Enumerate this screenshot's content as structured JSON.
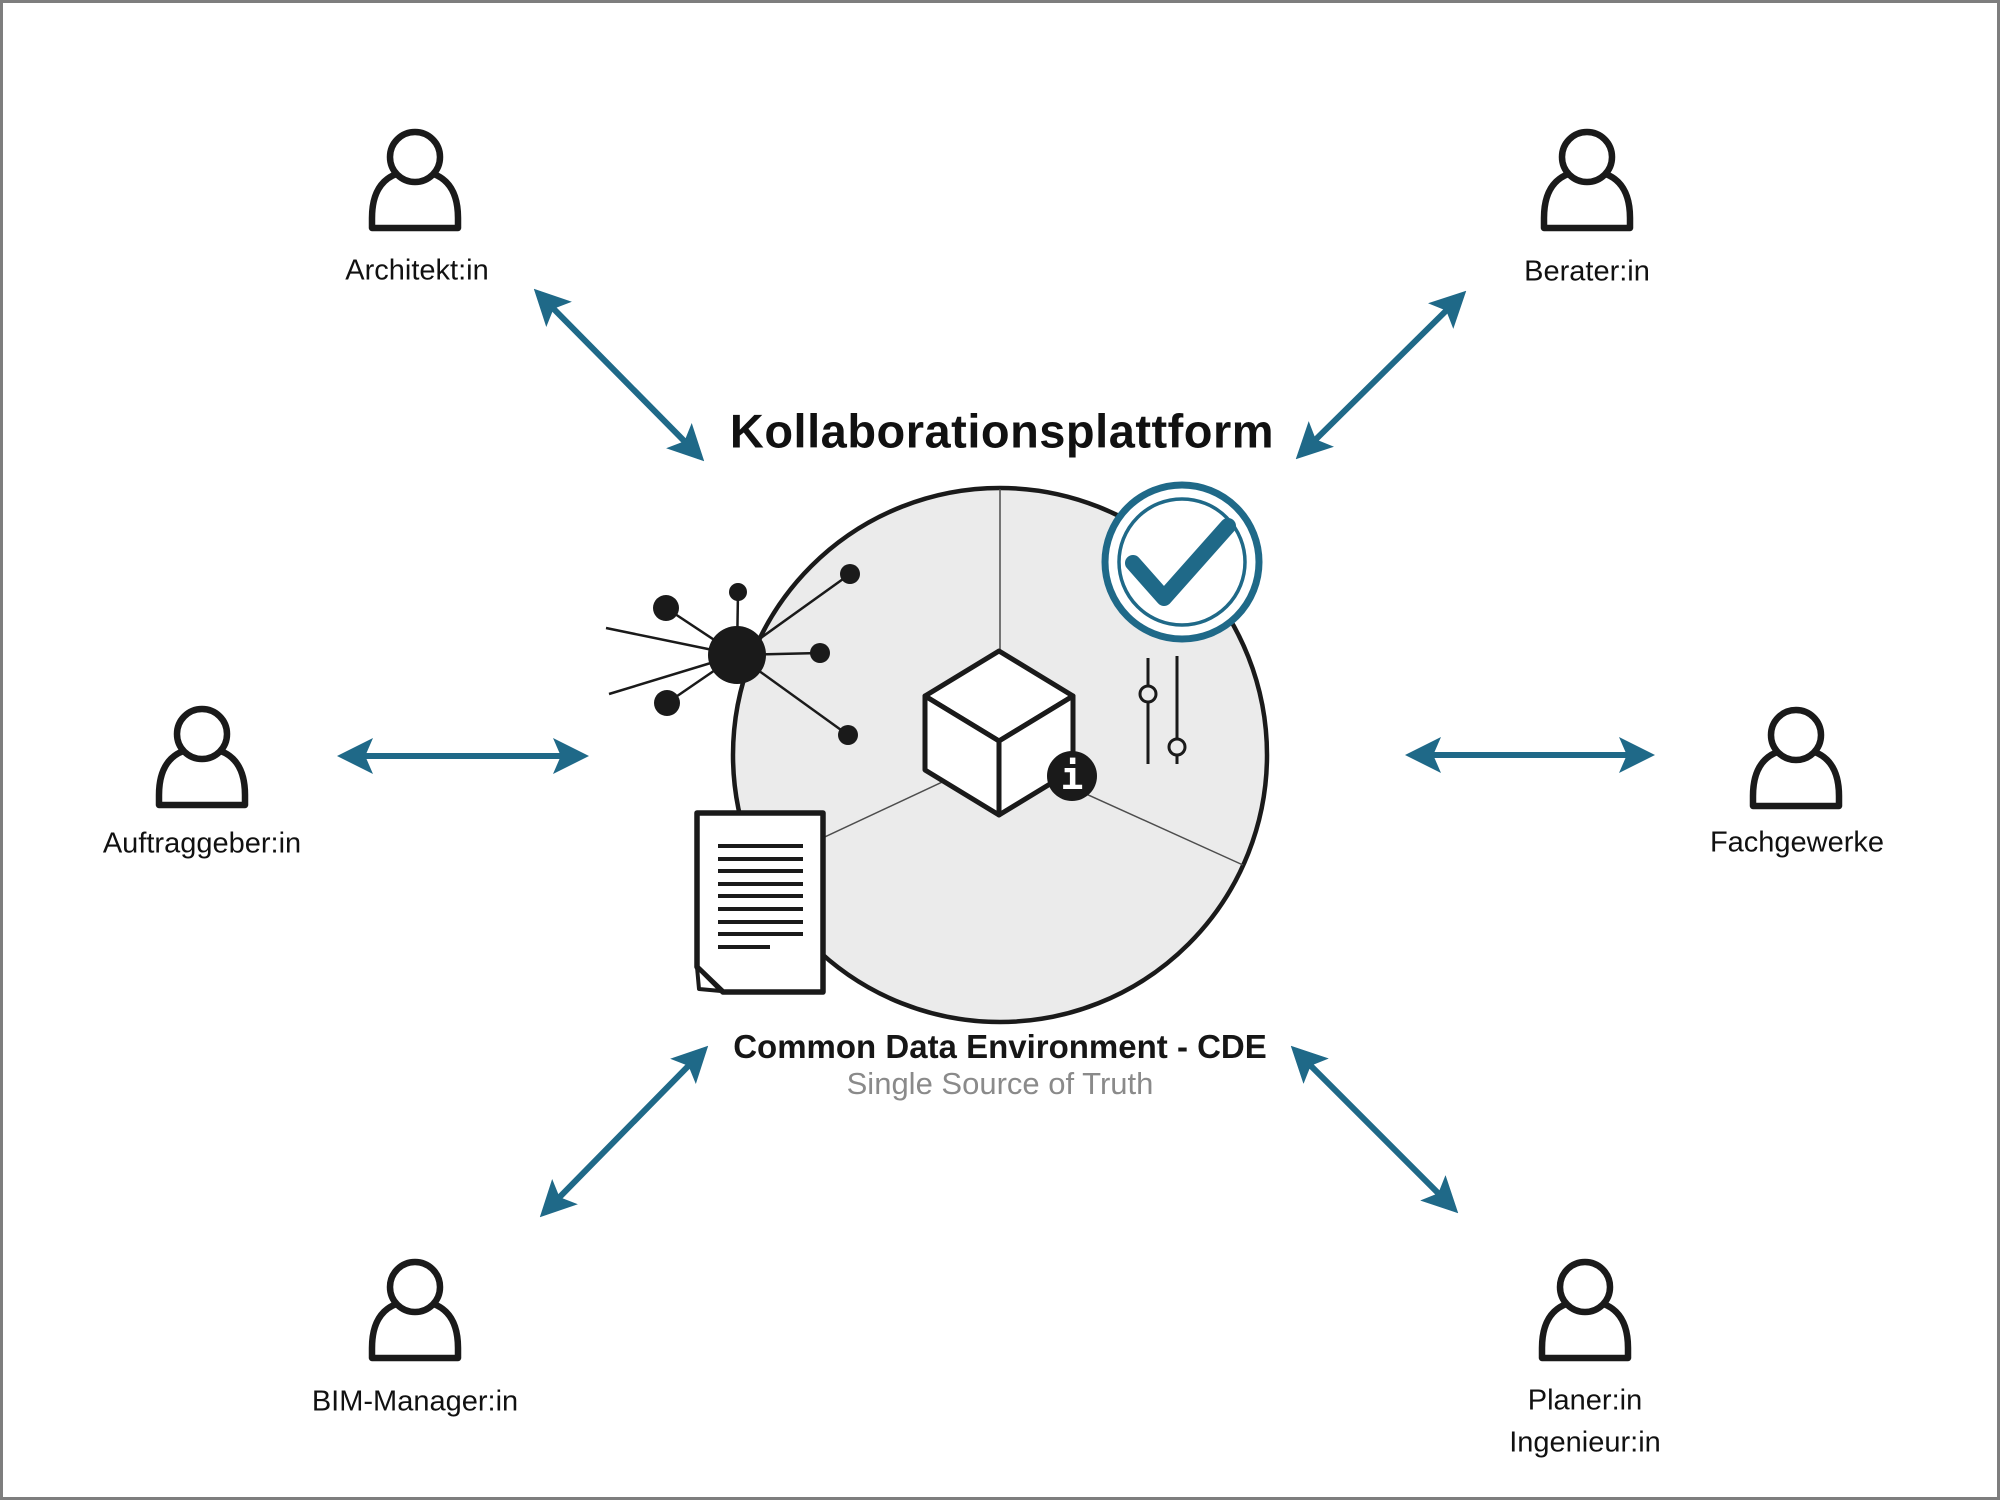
{
  "title": "Kollaborationsplattform",
  "platform": {
    "heading": "Common Data Environment - CDE",
    "subheading": "Single Source of Truth",
    "info_badge_glyph": "i"
  },
  "actors": [
    {
      "label": "Architekt:in"
    },
    {
      "label": "Berater:in"
    },
    {
      "label": "Auftraggeber:in"
    },
    {
      "label": "Fachgewerke"
    },
    {
      "label": "BIM-Manager:in"
    },
    {
      "label": "Planer:in",
      "label2": "Ingenieur:in"
    }
  ],
  "icons": {
    "center": [
      "network-icon",
      "check-badge-icon",
      "cube-icon",
      "info-icon",
      "sliders-icon",
      "document-icon"
    ],
    "actors": "person-icon",
    "connectors": "double-arrow-icon"
  },
  "colors": {
    "accent": "#1f6988",
    "ink": "#1a1a1a",
    "circle_fill": "#ebebeb",
    "muted": "#8a8a8a",
    "background": "#ffffff"
  }
}
